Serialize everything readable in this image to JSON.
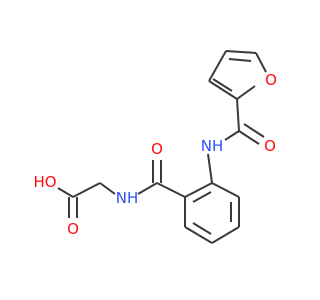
{
  "structure": {
    "atom_labels": {
      "furan_oxygen": "O",
      "amide1_oxygen": "O",
      "amide1_nitrogen": "NH",
      "amide2_oxygen": "O",
      "amide2_nitrogen": "NH",
      "acid_carbonyl_oxygen": "O",
      "acid_hydroxyl": "HO"
    }
  },
  "colors": {
    "bond": "#3a3a3a",
    "oxygen": "#ff0d0d",
    "nitrogen": "#3050f8",
    "background": "#ffffff"
  }
}
